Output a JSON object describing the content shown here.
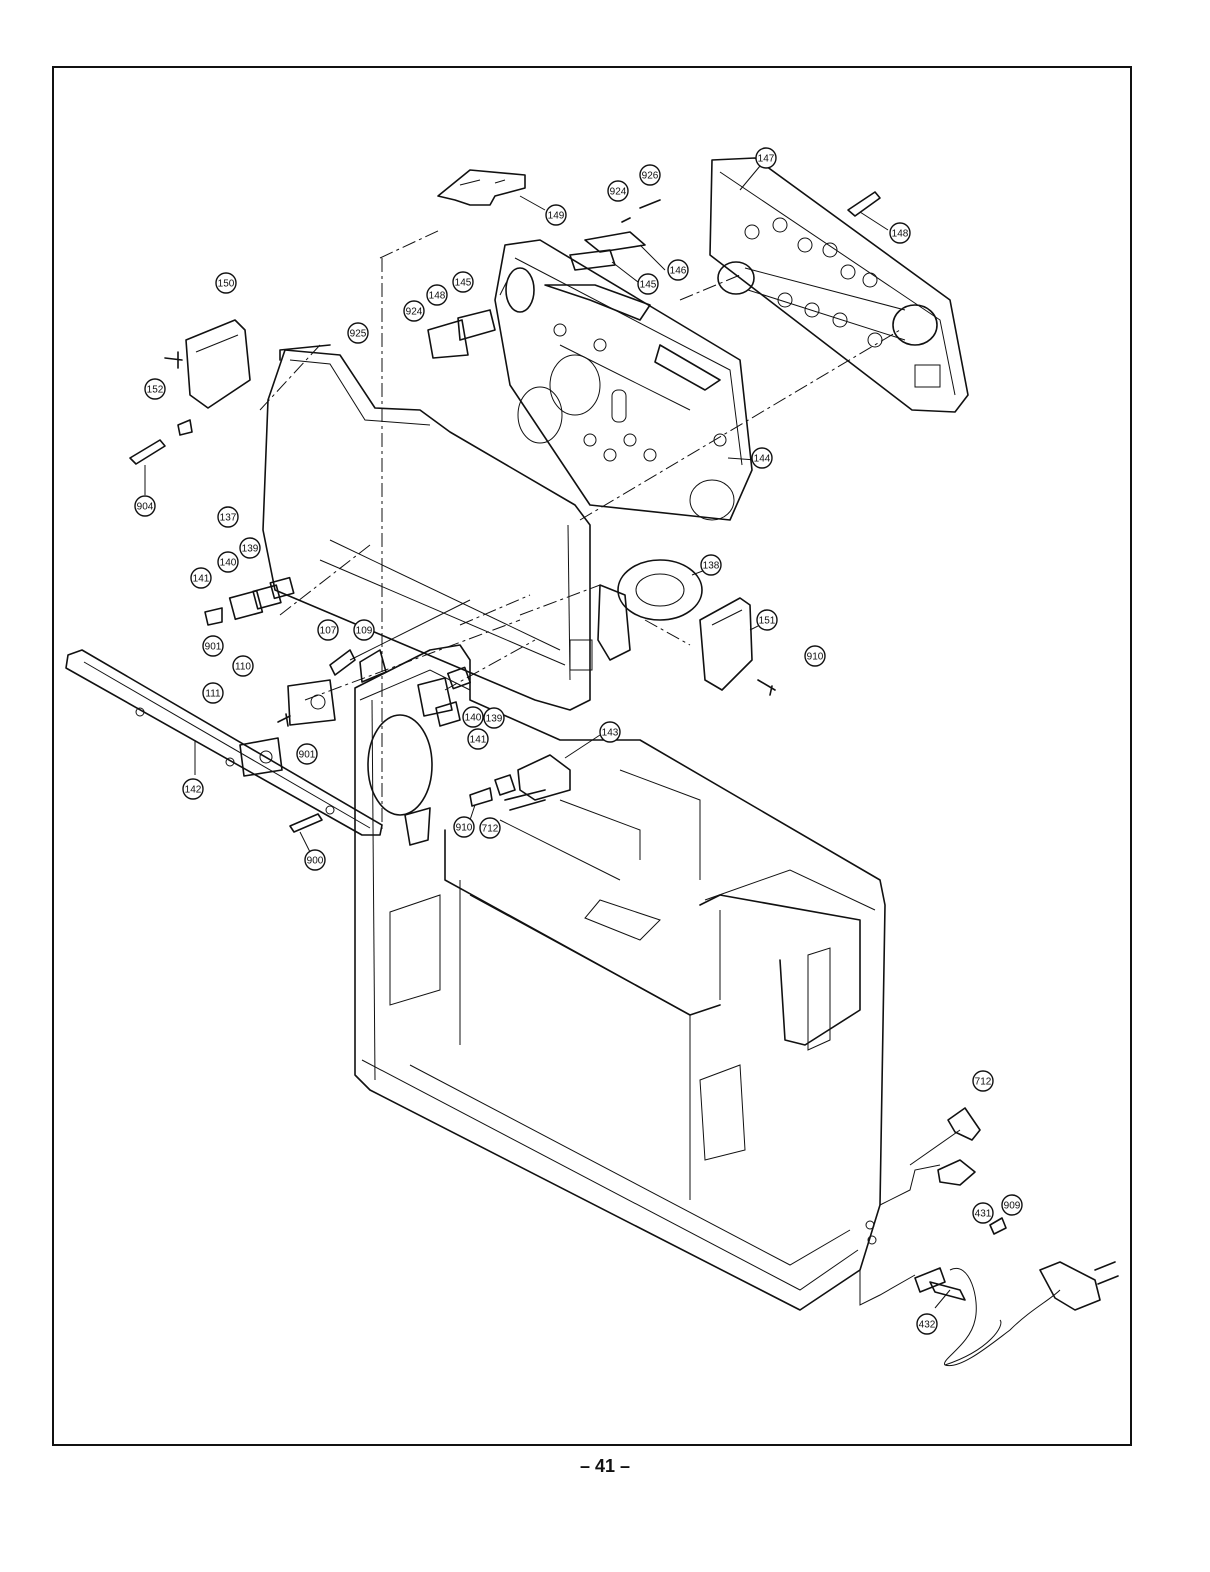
{
  "page": {
    "number": "– 41 –"
  },
  "callouts": [
    {
      "id": "c149",
      "label": "149"
    },
    {
      "id": "c147",
      "label": "147"
    },
    {
      "id": "c926",
      "label": "926"
    },
    {
      "id": "c924a",
      "label": "924"
    },
    {
      "id": "c148a",
      "label": "148"
    },
    {
      "id": "c146",
      "label": "146"
    },
    {
      "id": "c145a",
      "label": "145"
    },
    {
      "id": "c145b",
      "label": "145"
    },
    {
      "id": "c148b",
      "label": "148"
    },
    {
      "id": "c924b",
      "label": "924"
    },
    {
      "id": "c925",
      "label": "925"
    },
    {
      "id": "c150",
      "label": "150"
    },
    {
      "id": "c152",
      "label": "152"
    },
    {
      "id": "c904",
      "label": "904"
    },
    {
      "id": "c137",
      "label": "137"
    },
    {
      "id": "c144",
      "label": "144"
    },
    {
      "id": "c139a",
      "label": "139"
    },
    {
      "id": "c140a",
      "label": "140"
    },
    {
      "id": "c141a",
      "label": "141"
    },
    {
      "id": "c901a",
      "label": "901"
    },
    {
      "id": "c138",
      "label": "138"
    },
    {
      "id": "c151",
      "label": "151"
    },
    {
      "id": "c910a",
      "label": "910"
    },
    {
      "id": "c107",
      "label": "107"
    },
    {
      "id": "c109",
      "label": "109"
    },
    {
      "id": "c110",
      "label": "110"
    },
    {
      "id": "c111",
      "label": "111"
    },
    {
      "id": "c901b",
      "label": "901"
    },
    {
      "id": "c140b",
      "label": "140"
    },
    {
      "id": "c139b",
      "label": "139"
    },
    {
      "id": "c141b",
      "label": "141"
    },
    {
      "id": "c143",
      "label": "143"
    },
    {
      "id": "c142",
      "label": "142"
    },
    {
      "id": "c910b",
      "label": "910"
    },
    {
      "id": "c712a",
      "label": "712"
    },
    {
      "id": "c900",
      "label": "900"
    },
    {
      "id": "c712b",
      "label": "712"
    },
    {
      "id": "c431",
      "label": "431"
    },
    {
      "id": "c909",
      "label": "909"
    },
    {
      "id": "c432",
      "label": "432"
    }
  ]
}
